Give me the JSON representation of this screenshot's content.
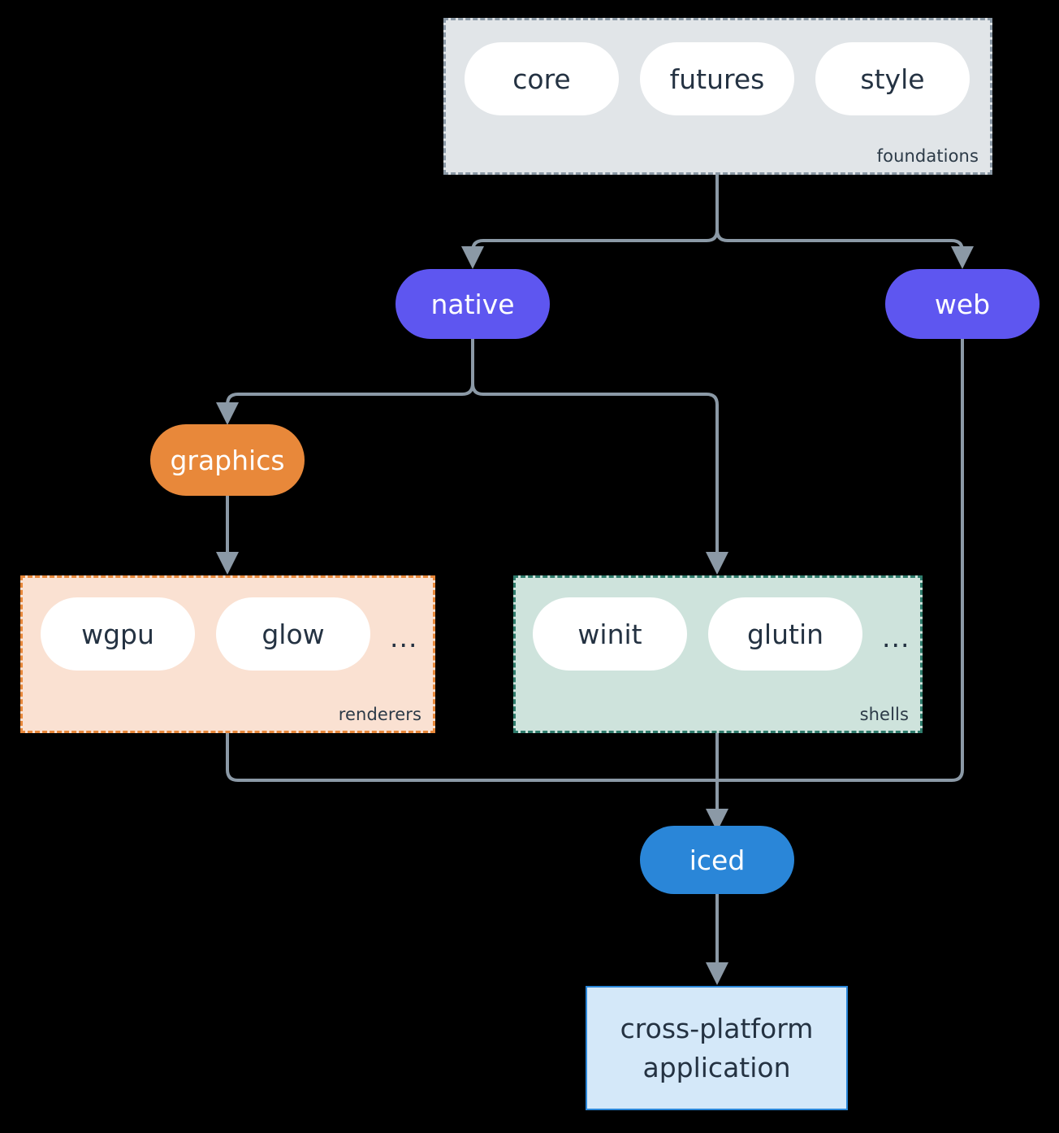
{
  "diagram": {
    "type": "flowchart",
    "direction": "top-down",
    "background_color": "#000000",
    "edge_color": "#8B99A6"
  },
  "clusters": [
    {
      "id": "foundations",
      "label": "foundations",
      "fill": "#E1E5E8",
      "border": "#8B99A6",
      "nodes": [
        {
          "id": "core",
          "label": "core"
        },
        {
          "id": "futures",
          "label": "futures"
        },
        {
          "id": "style",
          "label": "style"
        }
      ],
      "ellipsis": null
    },
    {
      "id": "renderers",
      "label": "renderers",
      "fill": "#FAE1D2",
      "border": "#E8883A",
      "nodes": [
        {
          "id": "wgpu",
          "label": "wgpu"
        },
        {
          "id": "glow",
          "label": "glow"
        }
      ],
      "ellipsis": "..."
    },
    {
      "id": "shells",
      "label": "shells",
      "fill": "#CEE3DC",
      "border": "#2E7B6B",
      "nodes": [
        {
          "id": "winit",
          "label": "winit"
        },
        {
          "id": "glutin",
          "label": "glutin"
        }
      ],
      "ellipsis": "..."
    }
  ],
  "nodes": {
    "native": {
      "label": "native",
      "fill": "#5E56F0",
      "text": "#FFFFFF",
      "shape": "stadium"
    },
    "web": {
      "label": "web",
      "fill": "#5E56F0",
      "text": "#FFFFFF",
      "shape": "stadium"
    },
    "graphics": {
      "label": "graphics",
      "fill": "#E8883A",
      "text": "#FFFFFF",
      "shape": "stadium"
    },
    "iced": {
      "label": "iced",
      "fill": "#2A86D8",
      "text": "#FFFFFF",
      "shape": "stadium"
    },
    "application": {
      "label_line1": "cross-platform",
      "label_line2": "application",
      "fill": "#D4E8F9",
      "border": "#2A86D8",
      "text": "#243242",
      "shape": "rectangle"
    }
  },
  "edges": [
    {
      "from": "foundations",
      "to": "native"
    },
    {
      "from": "foundations",
      "to": "web"
    },
    {
      "from": "native",
      "to": "graphics"
    },
    {
      "from": "native",
      "to": "shells"
    },
    {
      "from": "graphics",
      "to": "renderers"
    },
    {
      "from": "renderers",
      "to": "iced"
    },
    {
      "from": "shells",
      "to": "iced"
    },
    {
      "from": "web",
      "to": "iced"
    },
    {
      "from": "iced",
      "to": "application"
    }
  ]
}
